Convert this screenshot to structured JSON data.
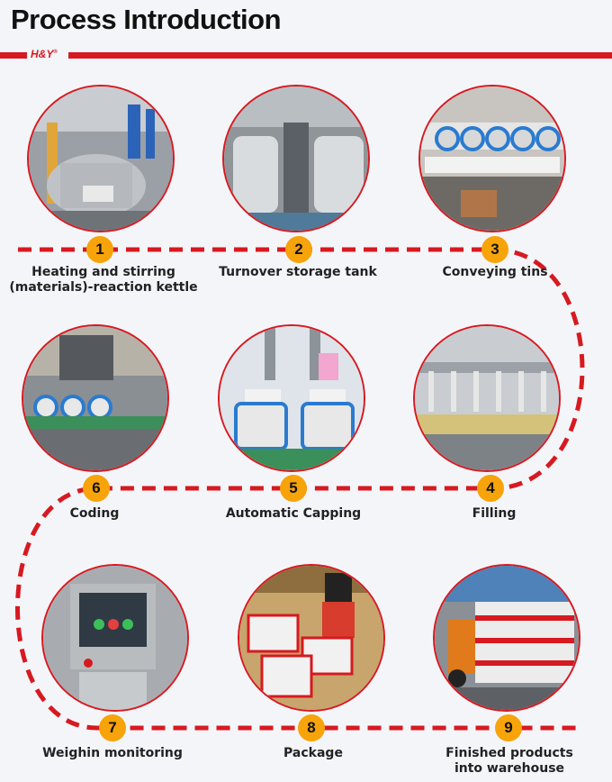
{
  "header": {
    "title": "Process Introduction",
    "logo_text": "H&Y",
    "logo_mark": "®",
    "accent_color": "#d71920",
    "badge_color": "#f7a30a"
  },
  "steps": [
    {
      "number": "1",
      "label": "Heating and stirring\n(materials)-reaction kettle",
      "icon": "reaction-kettle-photo"
    },
    {
      "number": "2",
      "label": "Turnover storage tank",
      "icon": "storage-tank-photo"
    },
    {
      "number": "3",
      "label": "Conveying tins",
      "icon": "conveying-tins-photo"
    },
    {
      "number": "4",
      "label": "Filling",
      "icon": "filling-machine-photo"
    },
    {
      "number": "5",
      "label": "Automatic Capping",
      "icon": "capping-machine-photo"
    },
    {
      "number": "6",
      "label": "Coding",
      "icon": "coding-machine-photo"
    },
    {
      "number": "7",
      "label": "Weighin monitoring",
      "icon": "weighing-monitor-photo"
    },
    {
      "number": "8",
      "label": "Package",
      "icon": "packaging-photo"
    },
    {
      "number": "9",
      "label": "Finished products\ninto warehouse",
      "icon": "warehouse-photo"
    }
  ]
}
